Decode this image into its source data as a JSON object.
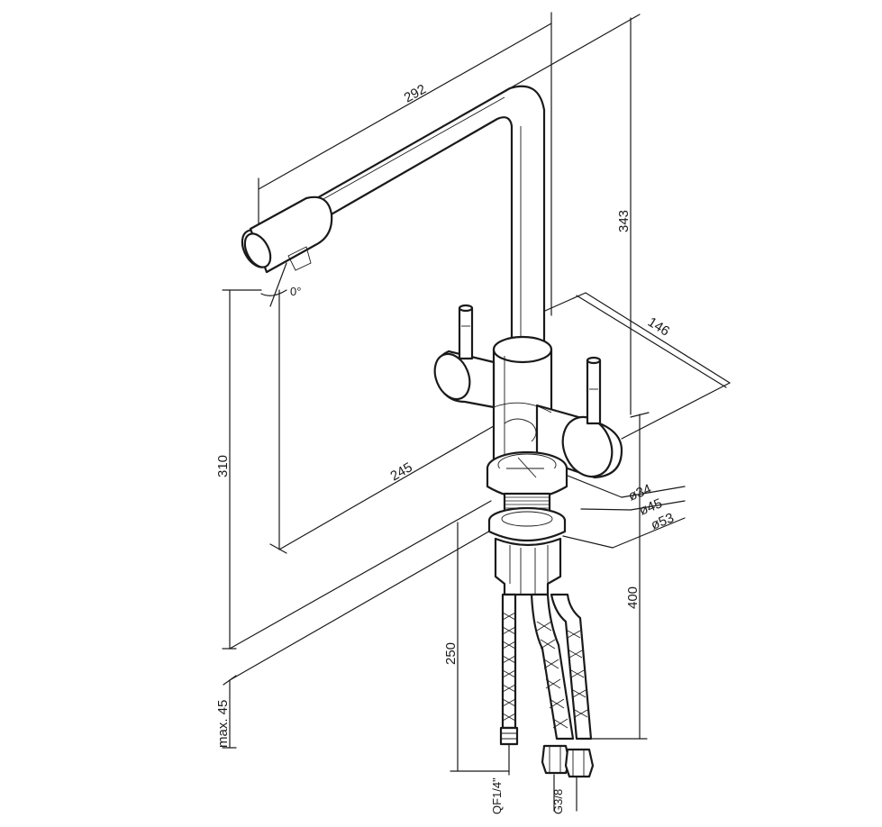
{
  "drawing": {
    "subject": "kitchen-faucet-technical-drawing",
    "dimensions": {
      "spout_reach": "292",
      "total_height": "343",
      "handle_span": "146",
      "spout_height": "310",
      "spout_projection": "245",
      "diameter_inner": "ø34",
      "diameter_mid": "ø45",
      "diameter_outer": "ø53",
      "body_to_hose_end": "400",
      "hose_length": "250",
      "max_deck_thickness": "max. 45",
      "swivel_angle": "0°"
    },
    "connections": {
      "filter_hose": "QF1/4\"",
      "water_hose": "G3/8"
    }
  }
}
